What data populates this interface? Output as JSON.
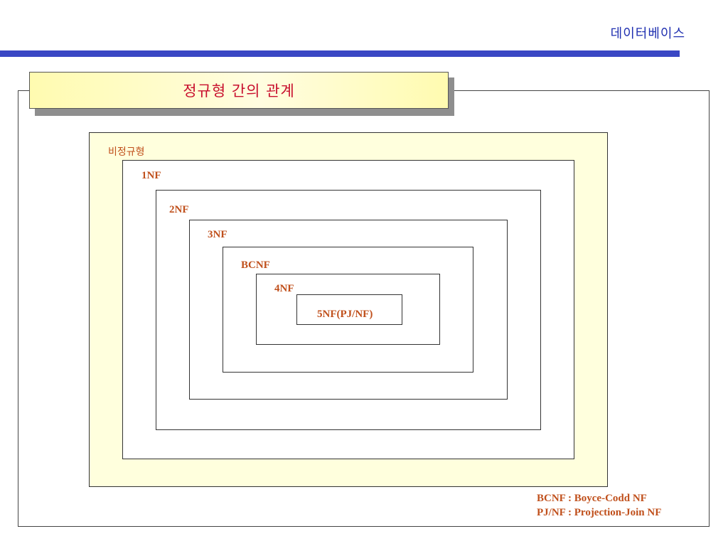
{
  "header": {
    "title": "데이터베이스"
  },
  "slide": {
    "title": "정규형 간의 관계"
  },
  "diagram": {
    "levels": [
      {
        "label": "비정규형"
      },
      {
        "label": "1NF"
      },
      {
        "label": "2NF"
      },
      {
        "label": "3NF"
      },
      {
        "label": "BCNF"
      },
      {
        "label": "4NF"
      },
      {
        "label": "5NF(PJ/NF)"
      }
    ]
  },
  "legend": [
    "BCNF : Boyce-Codd NF",
    "PJ/NF : Projection-Join NF"
  ],
  "colors": {
    "accent_blue": "#3a47c4",
    "title_text": "#c8102e",
    "label_text": "#c0501c",
    "outer_fill": "#ffffdd",
    "title_fill": "#fffbb0"
  }
}
